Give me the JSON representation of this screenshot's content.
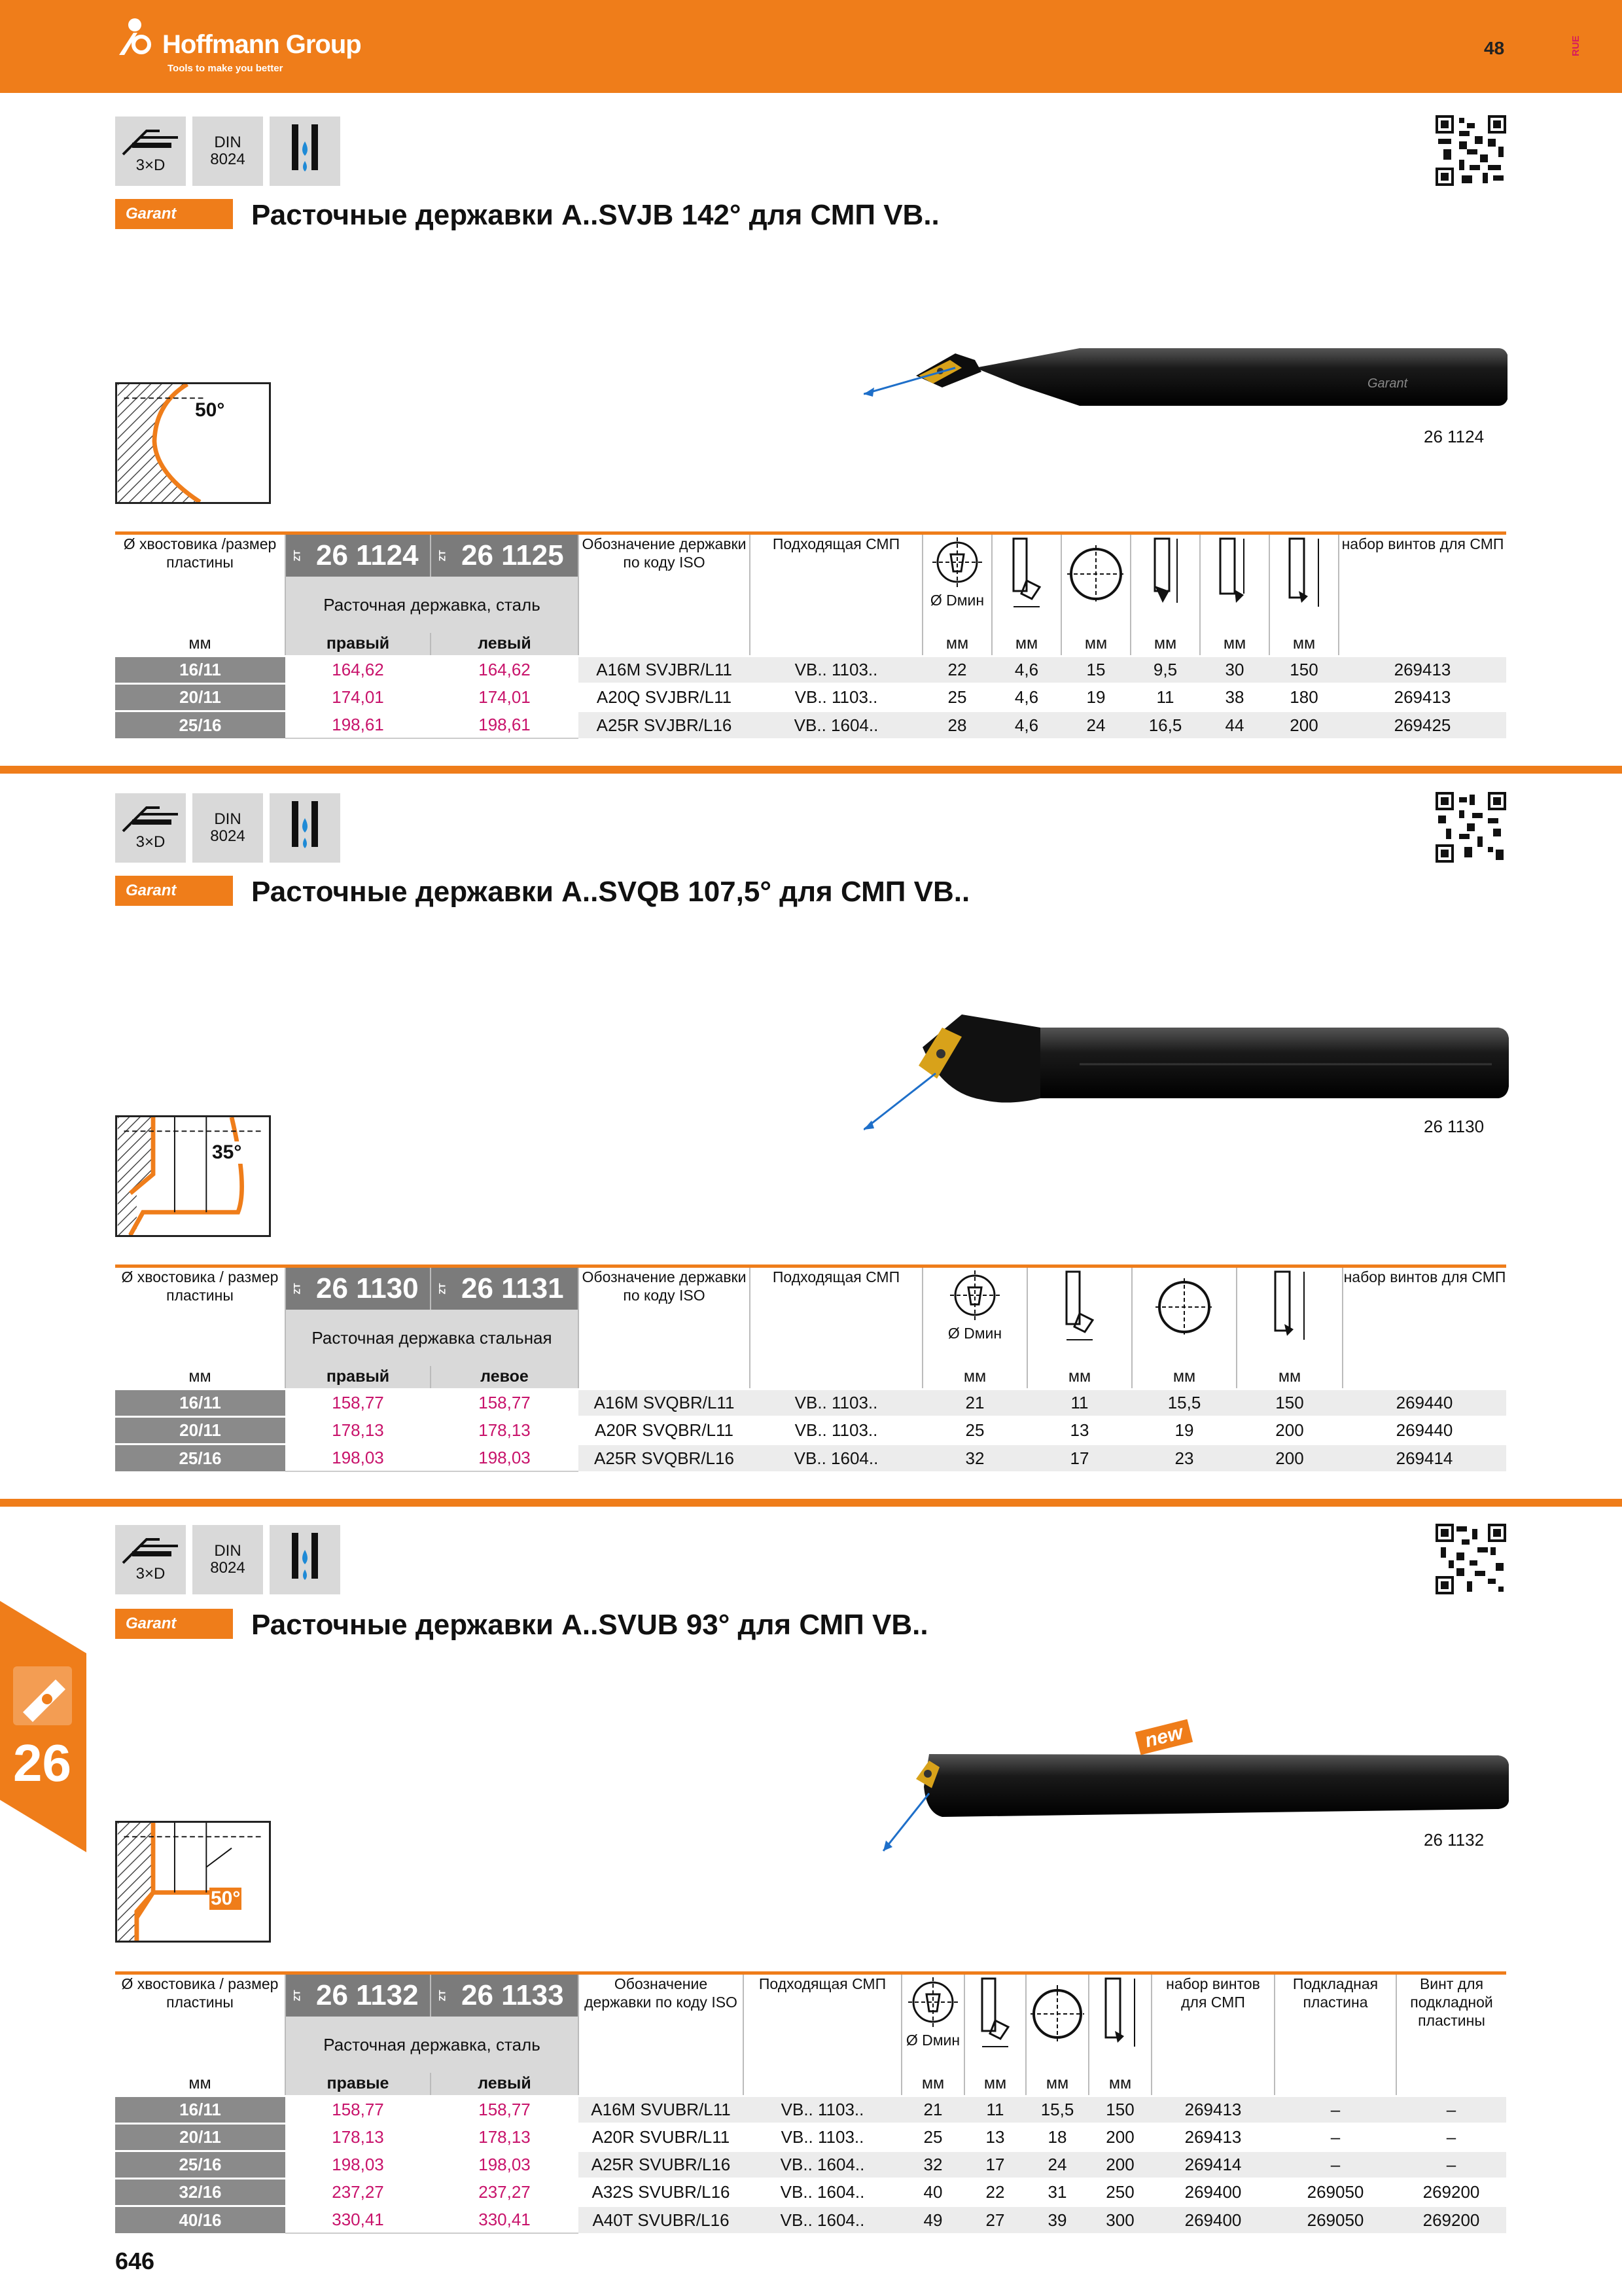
{
  "header": {
    "brand": "Hoffmann Group",
    "tagline": "Tools to make you better",
    "page_ref": "48",
    "lang": "RUE",
    "brand_color": "#ef7d1a"
  },
  "side_tab": {
    "chapter": "26"
  },
  "page_number": "646",
  "common": {
    "icon_depth": "3×D",
    "din_line1": "DIN",
    "din_line2": "8024",
    "garant": "Garant"
  },
  "sections": [
    {
      "title": "Расточные державки A..SVJB 142° для СМП VB..",
      "angle_label": "50°",
      "image_article": "26 1124",
      "head": {
        "size": "Ø хвостовика /размер пластины",
        "art1": "26 1124",
        "art2": "26 1125",
        "desc": "Расточная державка, сталь",
        "iso": "Обозначение державки по коду ISO",
        "insert": "Подходящая СМП",
        "dmin": "Ø Dмин",
        "screws": "набор винтов для СМП",
        "unit": "мм",
        "right": "правый",
        "left": "левый"
      },
      "rows": [
        [
          "16/11",
          "164,62",
          "164,62",
          "A16M SVJBR/L11",
          "VB.. 1103..",
          "22",
          "4,6",
          "15",
          "9,5",
          "30",
          "150",
          "269413"
        ],
        [
          "20/11",
          "174,01",
          "174,01",
          "A20Q SVJBR/L11",
          "VB.. 1103..",
          "25",
          "4,6",
          "19",
          "11",
          "38",
          "180",
          "269413"
        ],
        [
          "25/16",
          "198,61",
          "198,61",
          "A25R SVJBR/L16",
          "VB.. 1604..",
          "28",
          "4,6",
          "24",
          "16,5",
          "44",
          "200",
          "269425"
        ]
      ]
    },
    {
      "title": "Расточные державки A..SVQB 107,5° для СМП VB..",
      "angle_label": "35°",
      "image_article": "26 1130",
      "head": {
        "size": "Ø хвостовика / размер пластины",
        "art1": "26 1130",
        "art2": "26 1131",
        "desc": "Расточная державка стальная",
        "iso": "Обозначение державки по коду ISO",
        "insert": "Подходящая СМП",
        "dmin": "Ø Dмин",
        "screws": "набор винтов для СМП",
        "unit": "мм",
        "right": "правый",
        "left": "левое"
      },
      "rows": [
        [
          "16/11",
          "158,77",
          "158,77",
          "A16M SVQBR/L11",
          "VB.. 1103..",
          "21",
          "11",
          "15,5",
          "150",
          "269440"
        ],
        [
          "20/11",
          "178,13",
          "178,13",
          "A20R SVQBR/L11",
          "VB.. 1103..",
          "25",
          "13",
          "19",
          "200",
          "269440"
        ],
        [
          "25/16",
          "198,03",
          "198,03",
          "A25R SVQBR/L16",
          "VB.. 1604..",
          "32",
          "17",
          "23",
          "200",
          "269414"
        ]
      ]
    },
    {
      "title": "Расточные державки A..SVUB 93° для СМП VB..",
      "angle_label": "50°",
      "image_article": "26 1132",
      "new_badge": "new",
      "head": {
        "size": "Ø хвостовика / размер пластины",
        "art1": "26 1132",
        "art2": "26 1133",
        "desc": "Расточная державка, сталь",
        "iso": "Обозначение державки по коду ISO",
        "insert": "Подходящая СМП",
        "dmin": "Ø Dмин",
        "screws": "набор винтов для СМП",
        "shim": "Подкладная пластина",
        "shim_screw": "Винт для подкладной пластины",
        "unit": "мм",
        "right": "правые",
        "left": "левый"
      },
      "rows": [
        [
          "16/11",
          "158,77",
          "158,77",
          "A16M SVUBR/L11",
          "VB.. 1103..",
          "21",
          "11",
          "15,5",
          "150",
          "269413",
          "–",
          "–"
        ],
        [
          "20/11",
          "178,13",
          "178,13",
          "A20R SVUBR/L11",
          "VB.. 1103..",
          "25",
          "13",
          "18",
          "200",
          "269413",
          "–",
          "–"
        ],
        [
          "25/16",
          "198,03",
          "198,03",
          "A25R SVUBR/L16",
          "VB.. 1604..",
          "32",
          "17",
          "24",
          "200",
          "269414",
          "–",
          "–"
        ],
        [
          "32/16",
          "237,27",
          "237,27",
          "A32S SVUBR/L16",
          "VB.. 1604..",
          "40",
          "22",
          "31",
          "250",
          "269400",
          "269050",
          "269200"
        ],
        [
          "40/16",
          "330,41",
          "330,41",
          "A40T SVUBR/L16",
          "VB.. 1604..",
          "49",
          "27",
          "39",
          "300",
          "269400",
          "269050",
          "269200"
        ]
      ]
    }
  ]
}
